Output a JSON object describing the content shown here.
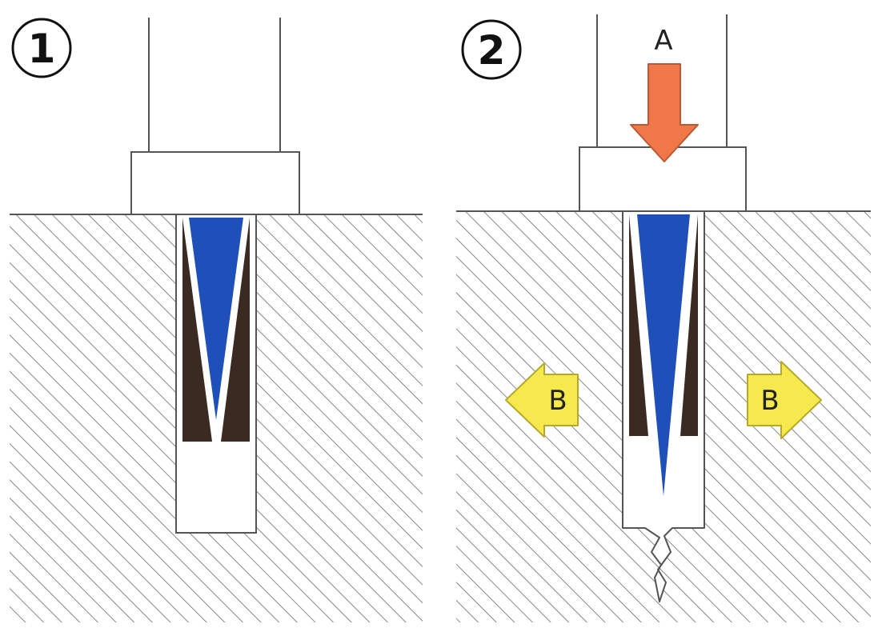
{
  "panels": [
    {
      "step_label": "1"
    },
    {
      "step_label": "2",
      "force_label": "A",
      "expansion_labels": [
        "B",
        "B"
      ]
    }
  ],
  "colors": {
    "wedge": "#1f4fb8",
    "sleeve": "#3b2a22",
    "force_arrow": "#f07848",
    "expansion_arrow": "#f6e94e",
    "hatch": "#6a6a6a",
    "outline": "#555555"
  }
}
